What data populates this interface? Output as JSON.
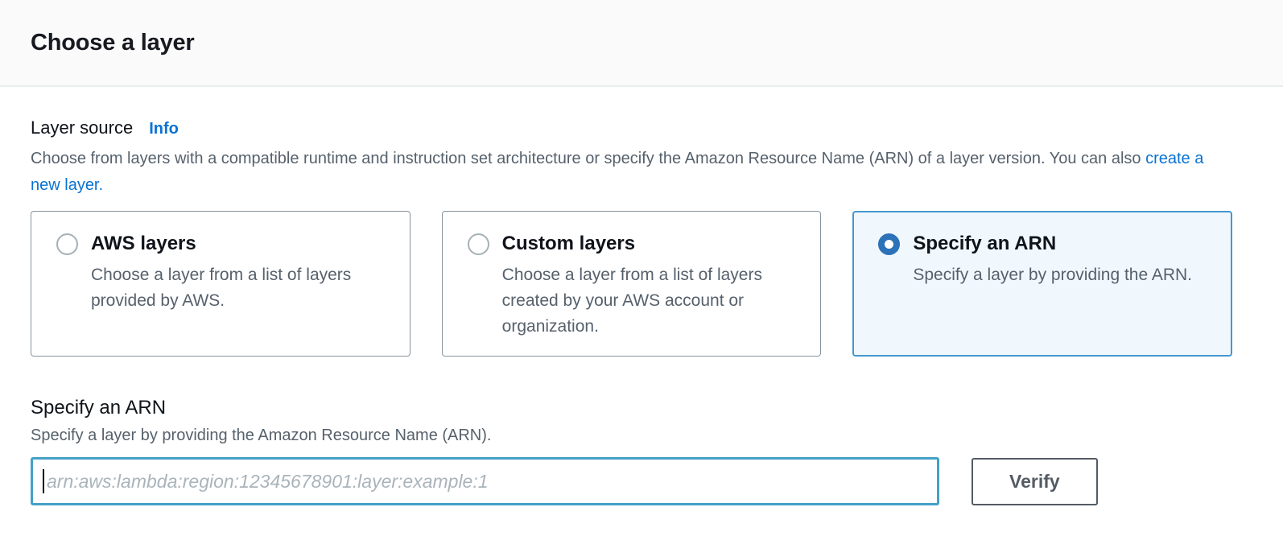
{
  "header": {
    "title": "Choose a layer"
  },
  "layer_source": {
    "label": "Layer source",
    "info_label": "Info",
    "description": "Choose from layers with a compatible runtime and instruction set architecture or specify the Amazon Resource Name (ARN) of a layer version. You can also",
    "create_link_label": "create a new layer."
  },
  "options": [
    {
      "title": "AWS layers",
      "description": "Choose a layer from a list of layers provided by AWS.",
      "selected": false
    },
    {
      "title": "Custom layers",
      "description": "Choose a layer from a list of layers created by your AWS account or organization.",
      "selected": false
    },
    {
      "title": "Specify an ARN",
      "description": "Specify a layer by providing the ARN.",
      "selected": true
    }
  ],
  "arn_section": {
    "title": "Specify an ARN",
    "description": "Specify a layer by providing the Amazon Resource Name (ARN).",
    "input_value": "",
    "input_placeholder": "arn:aws:lambda:region:12345678901:layer:example:1",
    "verify_label": "Verify"
  },
  "colors": {
    "header_bg": "#fafafa",
    "divider": "#eaeded",
    "accent_blue": "#0972d3",
    "selected_card_border": "#4398cf",
    "selected_card_bg": "#f1f8fd",
    "radio_selected": "#2b72b8",
    "input_focus_border": "#44a0c8",
    "text_dark": "#16191f",
    "text_gray": "#56616c",
    "button_border": "#545b64"
  }
}
